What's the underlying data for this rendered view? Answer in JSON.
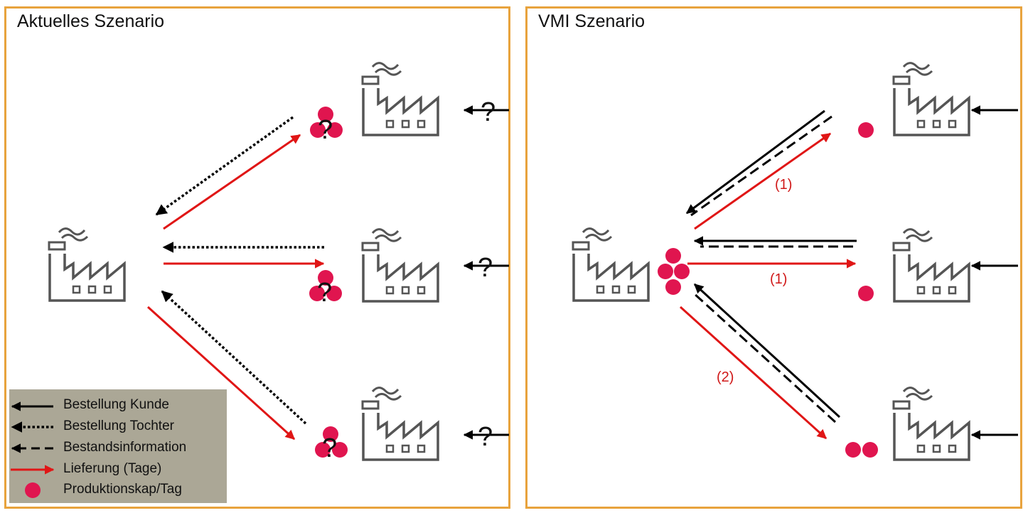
{
  "panels": {
    "left": {
      "title": "Aktuelles Szenario"
    },
    "right": {
      "title": "VMI Szenario"
    }
  },
  "legend": {
    "items": [
      {
        "label": "Bestellung Kunde",
        "style": "solid-black"
      },
      {
        "label": "Bestellung Tochter",
        "style": "dotted-black"
      },
      {
        "label": "Bestandsinformation",
        "style": "dashed-black"
      },
      {
        "label": "Lieferung (Tage)",
        "style": "solid-red"
      },
      {
        "label": "Produktionskap/Tag",
        "style": "red-dot"
      }
    ]
  },
  "marks": {
    "question": "?",
    "delivery_top_right": "(1)",
    "delivery_mid_right": "(1)",
    "delivery_bottom_right": "(2)"
  },
  "colors": {
    "frame": "#e8a33d",
    "delivery": "#e01616",
    "capacity": "#e0154f",
    "order": "#000000",
    "factory": "#555555",
    "legend_bg": "#aba796"
  }
}
